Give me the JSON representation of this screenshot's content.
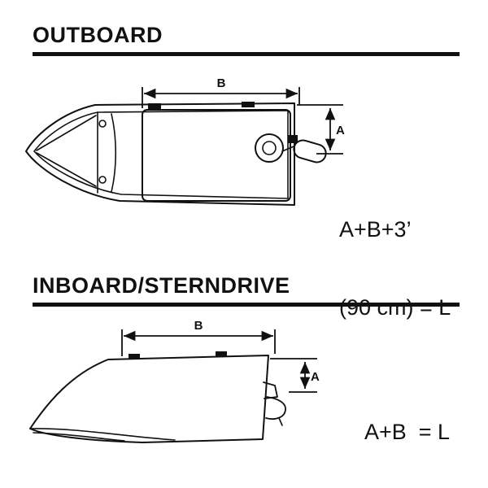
{
  "page": {
    "background": "#ffffff",
    "ink": "#111111"
  },
  "outboard": {
    "title": "OUTBOARD",
    "dim_b": "B",
    "dim_a": "A",
    "formula_line1": "A+B+3’",
    "formula_line2": "(90 cm) = L"
  },
  "inboard": {
    "title": "INBOARD/STERNDRIVE",
    "dim_b": "B",
    "dim_a": "A",
    "formula": "A+B  = L"
  }
}
